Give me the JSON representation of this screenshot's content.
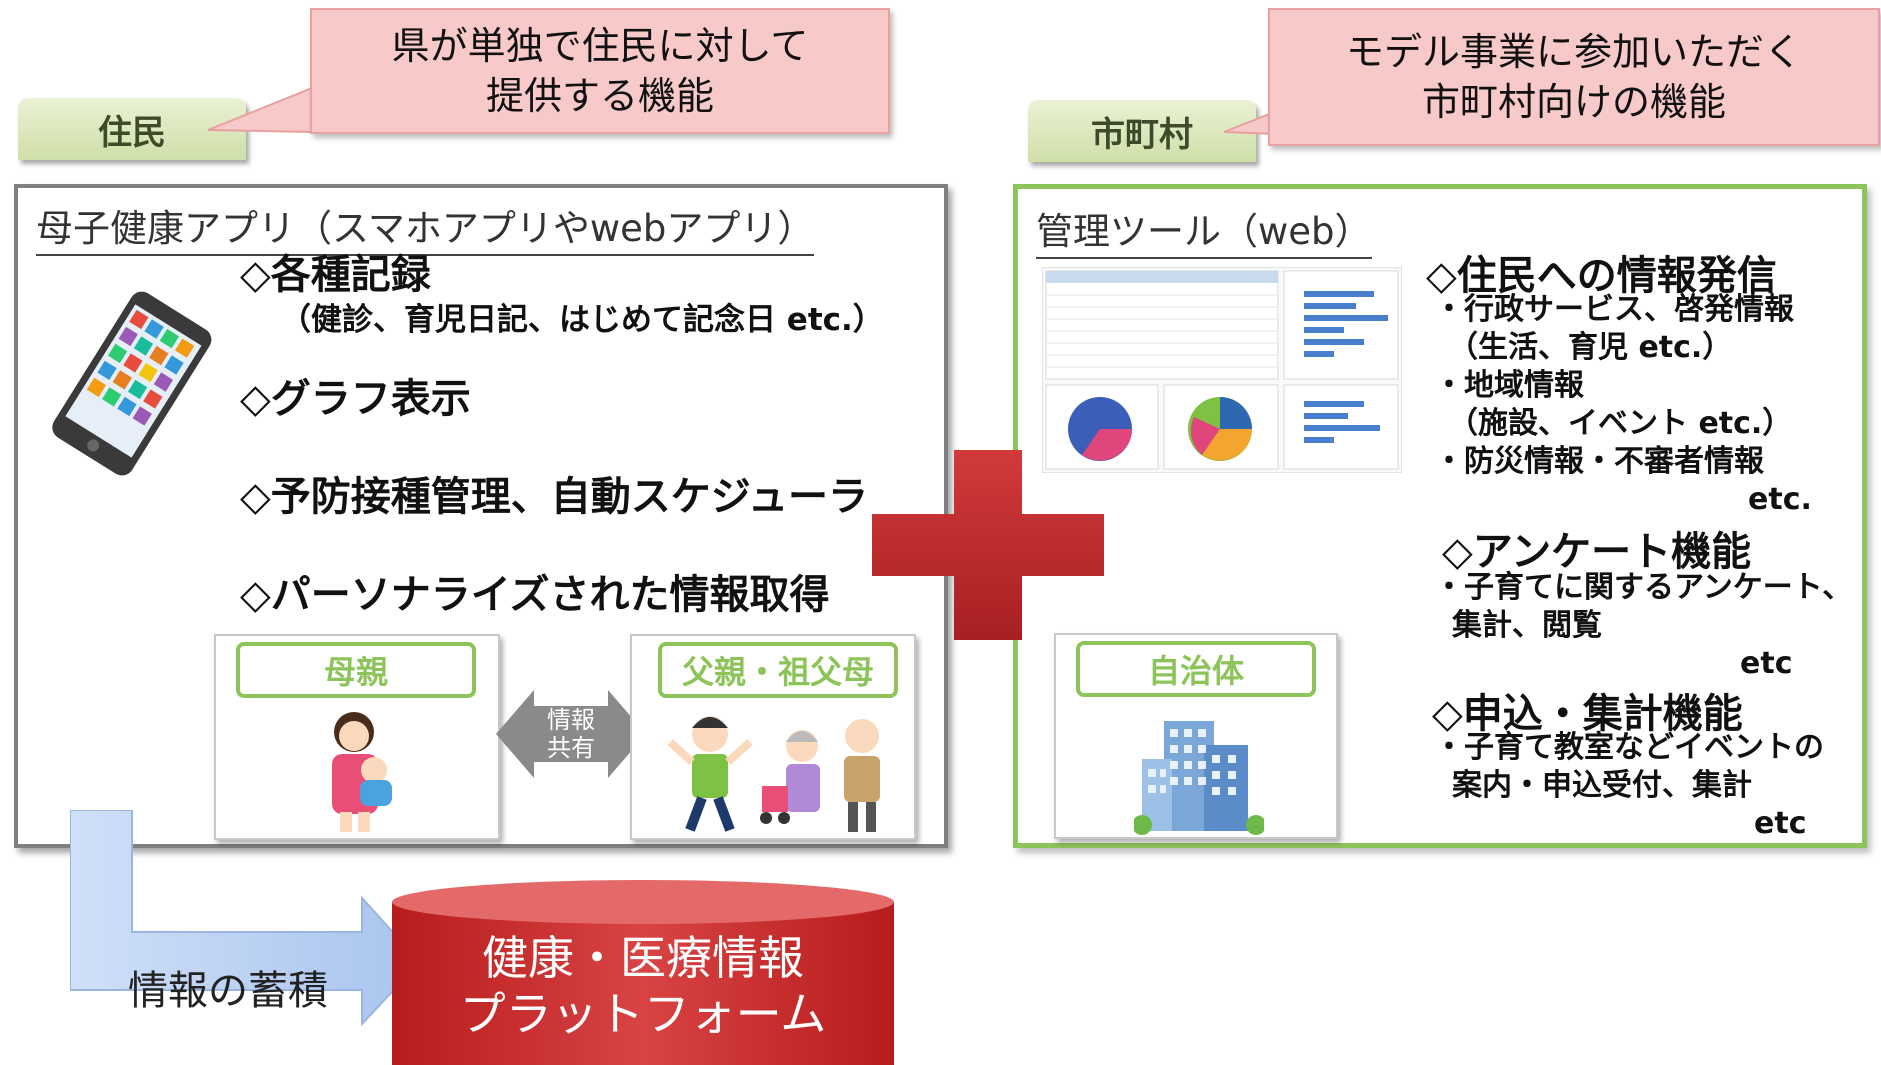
{
  "left": {
    "tab": "住民",
    "callout": [
      "県が単独で住民に対して",
      "提供する機能"
    ],
    "title": "母子健康アプリ（スマホアプリやwebアプリ）",
    "features": [
      {
        "label": "◇各種記録",
        "detail": "（健診、育児日記、はじめて記念日 etc.）"
      },
      {
        "label": "◇グラフ表示"
      },
      {
        "label": "◇予防接種管理、自動スケジューラ"
      },
      {
        "label": "◇パーソナライズされた情報取得"
      }
    ],
    "roles": {
      "mother": "母親",
      "family": "父親・祖父母"
    },
    "share": [
      "情報",
      "共有"
    ]
  },
  "right": {
    "tab": "市町村",
    "callout": [
      "モデル事業に参加いただく",
      "市町村向けの機能"
    ],
    "title": "管理ツール（web）",
    "sections": [
      {
        "heading": "◇住民への情報発信",
        "lines": [
          "・行政サービス、啓発情報",
          "（生活、育児 etc.）",
          "・地域情報",
          "（施設、イベント etc.）",
          "・防災情報・不審者情報",
          "etc."
        ]
      },
      {
        "heading": "◇アンケート機能",
        "lines": [
          "・子育てに関するアンケート、",
          "集計、閲覧",
          "etc"
        ]
      },
      {
        "heading": "◇申込・集計機能",
        "lines": [
          "・子育て教室などイベントの",
          "案内・申込受付、集計",
          "etc"
        ]
      }
    ],
    "role": "自治体"
  },
  "bottom": {
    "flow_label": "情報の蓄積",
    "platform": [
      "健康・医療情報",
      "プラットフォーム"
    ]
  },
  "colors": {
    "tab_green": "#cfdfa8",
    "callout_pink": "#f7c9c9",
    "panel_green": "#8dc45a",
    "plus_red": "#c0282b",
    "platform_red": "#c62828",
    "flow_blue": "#b4cdf2"
  }
}
